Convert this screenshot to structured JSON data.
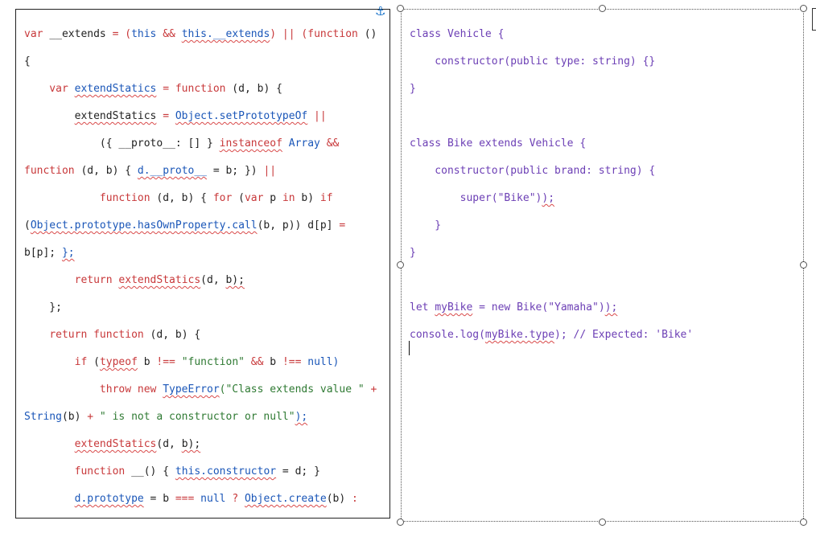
{
  "anchor_icon": "anchor-icon",
  "colors": {
    "keyword": "#c8383a",
    "identifier_blue": "#1a56b8",
    "string_green": "#2f7a33",
    "plain": "#222222",
    "right_code": "#6c3fb5"
  },
  "left_code": [
    [
      [
        "var ",
        "kw"
      ],
      [
        "__extends",
        "dark"
      ],
      [
        " = (",
        "kw"
      ],
      [
        "this",
        "blue"
      ],
      [
        " && ",
        "kw"
      ],
      [
        "this.__extends",
        "blue",
        "sq"
      ],
      [
        ") || (",
        "kw"
      ],
      [
        "function",
        "kw"
      ],
      [
        " ()",
        "dark"
      ]
    ],
    [
      [
        "{",
        "dark"
      ]
    ],
    [
      [
        "    var ",
        "kw"
      ],
      [
        "extendStatics",
        "blue",
        "sq"
      ],
      [
        " = ",
        "kw"
      ],
      [
        "function",
        "kw"
      ],
      [
        " (d, b) {",
        "dark"
      ]
    ],
    [
      [
        "        ",
        "dark"
      ],
      [
        "extendStatics",
        "dark",
        "sq"
      ],
      [
        " = ",
        "kw"
      ],
      [
        "Object.setPrototypeOf",
        "blue",
        "sq"
      ],
      [
        " ||",
        "kw"
      ]
    ],
    [
      [
        "            ({ __proto__: [] } ",
        "dark"
      ],
      [
        "instanceof",
        "kw",
        "sq"
      ],
      [
        " Array ",
        "blue"
      ],
      [
        "&&",
        "kw"
      ]
    ],
    [
      [
        "function",
        "kw"
      ],
      [
        " (d, b) { ",
        "dark"
      ],
      [
        "d.__proto__",
        "blue",
        "sq"
      ],
      [
        " = b; }) ",
        "dark"
      ],
      [
        "||",
        "kw"
      ]
    ],
    [
      [
        "            ",
        "dark"
      ],
      [
        "function",
        "kw"
      ],
      [
        " (d, b) { ",
        "dark"
      ],
      [
        "for",
        "kw"
      ],
      [
        " (",
        "dark"
      ],
      [
        "var",
        "kw"
      ],
      [
        " p ",
        "dark"
      ],
      [
        "in",
        "kw"
      ],
      [
        " b) ",
        "dark"
      ],
      [
        "if",
        "kw"
      ]
    ],
    [
      [
        "(",
        "dark"
      ],
      [
        "Object.prototype.hasOwnProperty.call",
        "blue",
        "sq"
      ],
      [
        "(b, p)) d[p] ",
        "dark"
      ],
      [
        "=",
        "kw"
      ]
    ],
    [
      [
        "b[p]; ",
        "dark"
      ],
      [
        "};",
        "blue",
        "sq"
      ]
    ],
    [
      [
        "        ",
        "dark"
      ],
      [
        "return",
        "kw"
      ],
      [
        " ",
        "dark"
      ],
      [
        "extendStatics",
        "kw",
        "sq"
      ],
      [
        "(d, ",
        "dark"
      ],
      [
        "b);",
        "dark",
        "sq"
      ]
    ],
    [
      [
        "    };",
        "dark"
      ]
    ],
    [
      [
        "    ",
        "dark"
      ],
      [
        "return",
        "kw"
      ],
      [
        " ",
        "dark"
      ],
      [
        "function",
        "kw"
      ],
      [
        " (d, b) {",
        "dark"
      ]
    ],
    [
      [
        "        ",
        "dark"
      ],
      [
        "if",
        "kw"
      ],
      [
        " (",
        "dark"
      ],
      [
        "typeof",
        "kw",
        "sq"
      ],
      [
        " b ",
        "dark"
      ],
      [
        "!==",
        "kw"
      ],
      [
        " \"function\" ",
        "green"
      ],
      [
        "&&",
        "kw"
      ],
      [
        " b ",
        "dark"
      ],
      [
        "!==",
        "kw"
      ],
      [
        " null)",
        "blue"
      ]
    ],
    [
      [
        "            ",
        "dark"
      ],
      [
        "throw new",
        "kw"
      ],
      [
        " ",
        "dark"
      ],
      [
        "TypeError",
        "blue",
        "sq"
      ],
      [
        "(\"Class extends value \" ",
        "green"
      ],
      [
        "+",
        "kw"
      ]
    ],
    [
      [
        "String",
        "blue"
      ],
      [
        "(b) ",
        "dark"
      ],
      [
        "+",
        "kw"
      ],
      [
        " \" is not a constructor or null\"",
        "green"
      ],
      [
        ");",
        "blue",
        "sq"
      ]
    ],
    [
      [
        "        ",
        "dark"
      ],
      [
        "extendStatics",
        "kw",
        "sq"
      ],
      [
        "(d, ",
        "dark"
      ],
      [
        "b);",
        "dark",
        "sq"
      ]
    ],
    [
      [
        "        ",
        "dark"
      ],
      [
        "function",
        "kw"
      ],
      [
        " __() { ",
        "dark"
      ],
      [
        "this.constructor",
        "blue",
        "sq"
      ],
      [
        " = d; }",
        "dark"
      ]
    ],
    [
      [
        "        ",
        "dark"
      ],
      [
        "d.prototype",
        "blue",
        "sq"
      ],
      [
        " = b ",
        "dark"
      ],
      [
        "===",
        "kw"
      ],
      [
        " null ",
        "blue"
      ],
      [
        "?",
        "kw"
      ],
      [
        " ",
        "dark"
      ],
      [
        "Object.create",
        "blue",
        "sq"
      ],
      [
        "(b) ",
        "dark"
      ],
      [
        ":",
        "kw"
      ]
    ]
  ],
  "right_code": [
    [
      [
        "class Vehicle {",
        ""
      ]
    ],
    [
      [
        "    constructor(public type: string) {}",
        ""
      ]
    ],
    [
      [
        "}",
        ""
      ]
    ],
    [
      [
        "",
        ""
      ]
    ],
    [
      [
        "class Bike extends Vehicle {",
        ""
      ]
    ],
    [
      [
        "    constructor(public brand: string) {",
        ""
      ]
    ],
    [
      [
        "        super(\"Bike\")",
        ""
      ],
      [
        ");",
        ".sq"
      ]
    ],
    [
      [
        "    }",
        ""
      ]
    ],
    [
      [
        "}",
        ""
      ]
    ],
    [
      [
        "",
        ""
      ]
    ],
    [
      [
        "let ",
        ""
      ],
      [
        "myBike",
        ".sq"
      ],
      [
        " = new Bike(\"Yamaha\")",
        ""
      ],
      [
        ");",
        ".sq"
      ]
    ],
    [
      [
        "console.log(",
        ""
      ],
      [
        "myBike.type",
        ".sq"
      ],
      [
        "); // Expected: 'Bike'",
        ""
      ]
    ]
  ]
}
